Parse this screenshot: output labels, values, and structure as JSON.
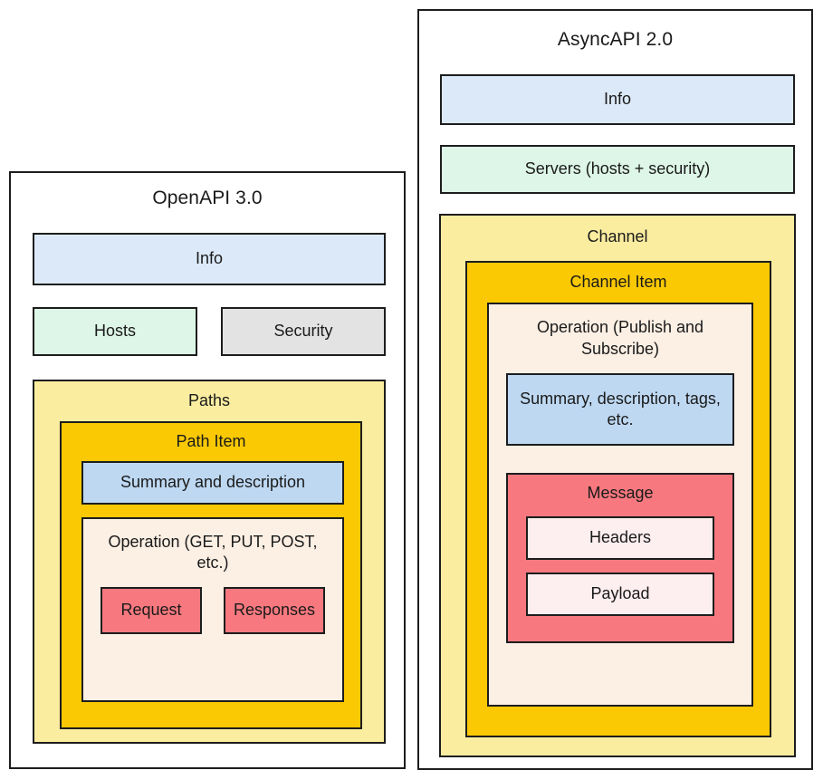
{
  "diagram": {
    "type": "nested-block-comparison",
    "panels": [
      {
        "id": "openapi",
        "title": "OpenAPI 3.0",
        "blocks": {
          "info": "Info",
          "hosts": "Hosts",
          "security": "Security",
          "paths": "Paths",
          "path_item": "Path Item",
          "summary": "Summary and description",
          "operation": "Operation (GET, PUT, POST, etc.)",
          "request": "Request",
          "responses": "Responses"
        }
      },
      {
        "id": "asyncapi",
        "title": "AsyncAPI 2.0",
        "blocks": {
          "info": "Info",
          "servers": "Servers (hosts + security)",
          "channel": "Channel",
          "channel_item": "Channel Item",
          "operation": "Operation (Publish and Subscribe)",
          "summary": "Summary, description, tags, etc.",
          "message": "Message",
          "headers": "Headers",
          "payload": "Payload"
        }
      }
    ],
    "colors": {
      "info_blue": "#dce9f8",
      "summary_blue": "#bed8f2",
      "green": "#ddf6e7",
      "gray": "#e3e3e3",
      "pale_yellow": "#fbeda0",
      "amber": "#fac903",
      "cream": "#fcefe4",
      "red": "#f7797f",
      "pale_red": "#fdeef0",
      "border": "#1d1d1d"
    }
  }
}
